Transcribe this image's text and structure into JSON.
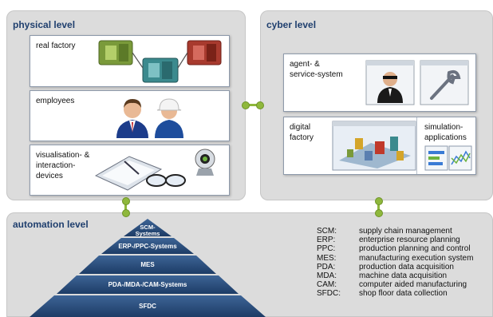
{
  "physical": {
    "title": "physical level",
    "cards": [
      {
        "label": "real factory"
      },
      {
        "label": "employees"
      },
      {
        "label": "visualisation- &\ninteraction-\ndevices"
      }
    ]
  },
  "cyber": {
    "title": "cyber level",
    "agent_card": {
      "label": "agent- &\nservice-system"
    },
    "digital_card": {
      "label": "digital\nfactory",
      "sim_label": "simulation-\napplications"
    }
  },
  "automation": {
    "title": "automation level",
    "pyramid": [
      {
        "label": "SCM-\nSystems"
      },
      {
        "label": "ERP-/PPC-Systems"
      },
      {
        "label": "MES"
      },
      {
        "label": "PDA-/MDA-/CAM-Systems"
      },
      {
        "label": "SFDC"
      }
    ]
  },
  "legend": [
    {
      "abbr": "SCM:",
      "text": "supply chain management"
    },
    {
      "abbr": "ERP:",
      "text": "enterprise resource planning"
    },
    {
      "abbr": "PPC:",
      "text": "production planning and control"
    },
    {
      "abbr": "MES:",
      "text": "manufacturing execution system"
    },
    {
      "abbr": "PDA:",
      "text": "production data acquisition"
    },
    {
      "abbr": "MDA:",
      "text": "machine data acquisition"
    },
    {
      "abbr": "CAM:",
      "text": "computer aided manufacturing"
    },
    {
      "abbr": "SFDC:",
      "text": "shop floor data collection"
    }
  ],
  "colors": {
    "connector": "#8fb83c",
    "pyramid_top": "#3d6496",
    "pyramid_bottom": "#1d3c66",
    "title": "#1f3f6e"
  }
}
